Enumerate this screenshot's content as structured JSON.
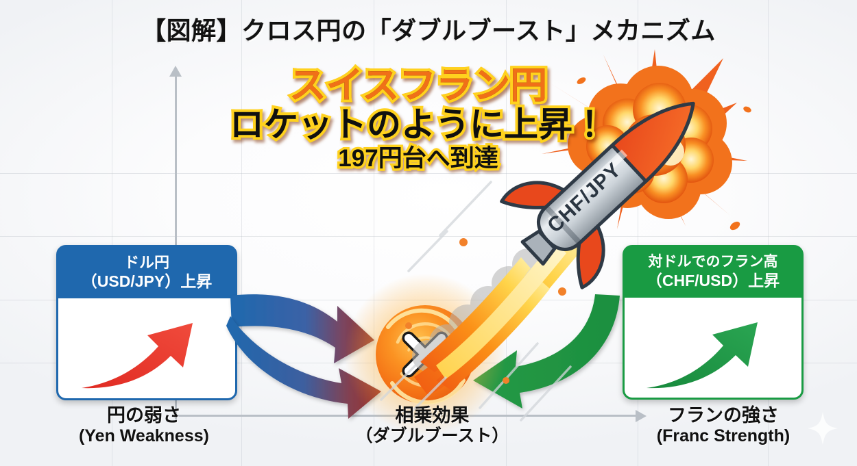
{
  "title": "【図解】クロス円の「ダブルブースト」メカニズム",
  "headline": {
    "line1": "スイスフラン円",
    "line2": "ロケットのように上昇！",
    "line3": "197円台へ到達"
  },
  "left_box": {
    "line1": "ドル円",
    "line2": "（USD/JPY）上昇",
    "arrow_icon": "rising-arrow-red",
    "color": "#1f68ae"
  },
  "right_box": {
    "line1": "対ドルでのフラン高",
    "line2": "（CHF/USD）上昇",
    "arrow_icon": "rising-arrow-green",
    "color": "#199b43"
  },
  "center": {
    "operator_symbol": "×",
    "orb_icon": "glowing-orange-orb",
    "color": "#f58220"
  },
  "rocket": {
    "label": "CHF/JPY",
    "icon": "rocket-icon",
    "explosion_icon": "explosion-burst-icon",
    "flame_icon": "rocket-flame-icon"
  },
  "bottom_labels": {
    "left": {
      "jp": "円の弱さ",
      "en": "(Yen Weakness)"
    },
    "middle": {
      "jp": "相乗効果",
      "en": "（ダブルブースト）"
    },
    "right": {
      "jp": "フランの強さ",
      "en": "(Franc Strength)"
    }
  },
  "axes": {
    "y_axis_icon": "vertical-axis-arrow",
    "x_axis_icon": "horizontal-axis-arrow"
  },
  "decor": {
    "sparkle_icon": "sparkle-icon"
  },
  "colors": {
    "blue": "#1f68ae",
    "green": "#199b43",
    "red_arrow": "#e8332a",
    "orange": "#f58220",
    "headline_outline": "#ffd21e"
  }
}
